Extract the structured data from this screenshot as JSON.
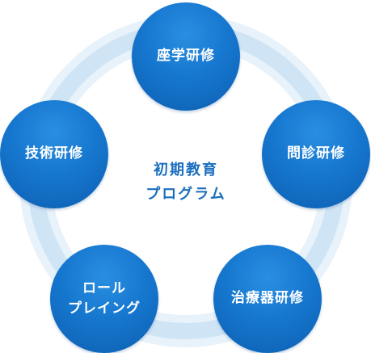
{
  "diagram": {
    "center": {
      "line1": "初期教育",
      "line2": "プログラム"
    },
    "nodes": {
      "top": "座学研修",
      "right": "問診研修",
      "bottom_right": "治療器研修",
      "bottom_left": "ロール\nプレイング",
      "left": "技術研修"
    },
    "colors": {
      "node": "#1677cf",
      "ring_outer": "#e6f1fa",
      "ring_inner": "#c9e1f4",
      "center_text": "#1b6fbf"
    }
  }
}
